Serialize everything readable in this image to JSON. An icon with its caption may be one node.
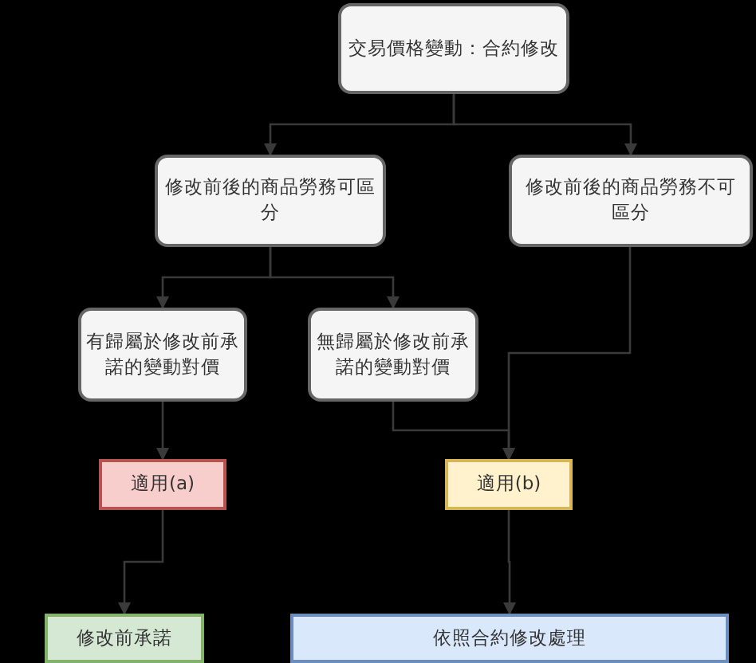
{
  "diagram": {
    "nodes": [
      {
        "text": [
          "交易價格變動：合約修改"
        ]
      },
      {
        "text": [
          "修改前後的商品勞務可區分"
        ]
      },
      {
        "text": [
          "修改前後的商品勞務不可區分"
        ]
      },
      {
        "text": [
          "有歸屬於修改前承諾的變動對價"
        ]
      },
      {
        "text": [
          "無歸屬於修改前承諾的變動對價"
        ]
      },
      {
        "text": [
          "適用(a)"
        ]
      },
      {
        "text": [
          "適用(b)"
        ]
      },
      {
        "text": [
          "修改前承諾"
        ]
      },
      {
        "text": [
          "依照合約修改處理"
        ]
      }
    ],
    "edges": [
      {
        "from": 0,
        "to": 1,
        "arrow": "to"
      },
      {
        "from": 0,
        "to": 2,
        "arrow": "to"
      },
      {
        "from": 1,
        "to": 3,
        "arrow": "to"
      },
      {
        "from": 1,
        "to": 4,
        "arrow": "to"
      },
      {
        "from": 3,
        "to": 5,
        "arrow": "to"
      },
      {
        "from": 4,
        "to": 6,
        "arrow": "to"
      },
      {
        "from": 2,
        "to": 6,
        "arrow": "to"
      },
      {
        "from": 5,
        "to": 7,
        "arrow": "to"
      },
      {
        "from": 6,
        "to": 8,
        "arrow": "to"
      }
    ]
  }
}
